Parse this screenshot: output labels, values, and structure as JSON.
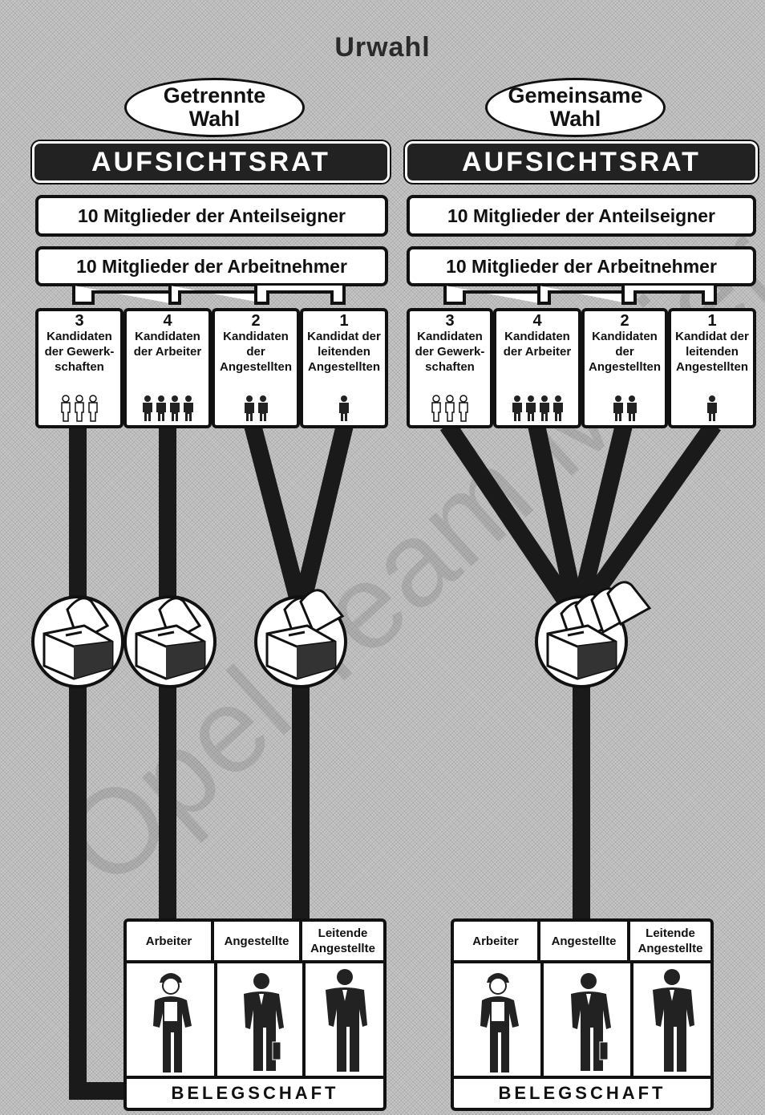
{
  "title": "Urwahl",
  "left": {
    "mode": "Getrennte Wahl",
    "board": "AUFSICHTSRAT",
    "shareholders": "10 Mitglieder der Anteilseigner",
    "employees": "10 Mitglieder der Arbeitnehmer",
    "candidates": [
      {
        "num": "3",
        "label": "Kandidaten der Gewerk-schaften",
        "figures": 3
      },
      {
        "num": "4",
        "label": "Kandidaten der Arbeiter",
        "figures": 4
      },
      {
        "num": "2",
        "label": "Kandidaten der Angestellten",
        "figures": 2
      },
      {
        "num": "1",
        "label": "Kandidat der leitenden Angestellten",
        "figures": 1
      }
    ],
    "staff": [
      {
        "label": "Arbeiter",
        "icon": "worker-figure-icon"
      },
      {
        "label": "Angestellte",
        "icon": "employee-figure-icon"
      },
      {
        "label": "Leitende Angestellte",
        "icon": "manager-figure-icon"
      }
    ],
    "workforce": "BELEGSCHAFT"
  },
  "right": {
    "mode": "Gemeinsame Wahl",
    "board": "AUFSICHTSRAT",
    "shareholders": "10 Mitglieder der Anteilseigner",
    "employees": "10 Mitglieder der Arbeitnehmer",
    "candidates": [
      {
        "num": "3",
        "label": "Kandidaten der Gewerk-schaften",
        "figures": 3
      },
      {
        "num": "4",
        "label": "Kandidaten der Arbeiter",
        "figures": 4
      },
      {
        "num": "2",
        "label": "Kandidaten der Angestellten",
        "figures": 2
      },
      {
        "num": "1",
        "label": "Kandidat der leitenden Angestellten",
        "figures": 1
      }
    ],
    "staff": [
      {
        "label": "Arbeiter",
        "icon": "worker-figure-icon"
      },
      {
        "label": "Angestellte",
        "icon": "employee-figure-icon"
      },
      {
        "label": "Leitende Angestellte",
        "icon": "manager-figure-icon"
      }
    ],
    "workforce": "BELEGSCHAFT"
  },
  "watermark": "Opel Team Meier",
  "colors": {
    "dark": "#111111",
    "panel": "#ffffff",
    "lines": "#1a1a1a"
  }
}
